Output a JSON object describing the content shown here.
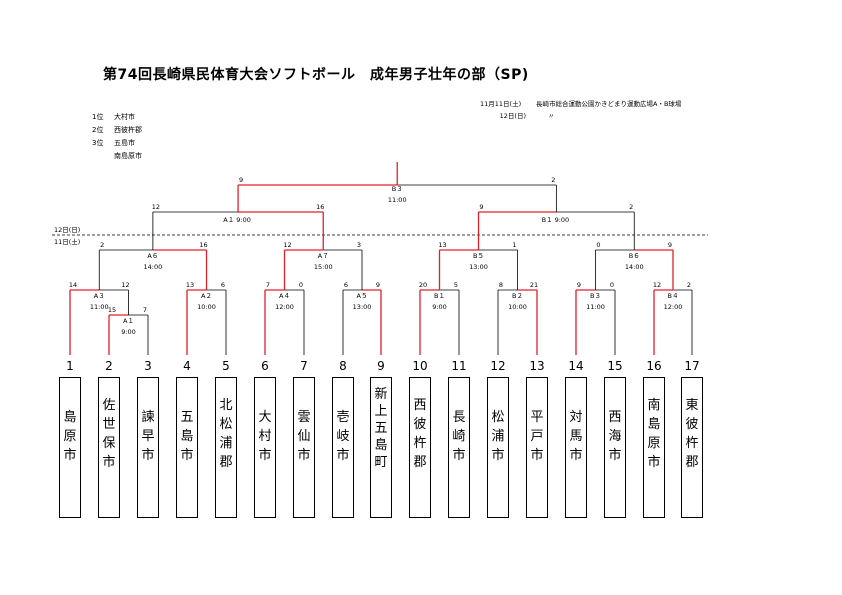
{
  "title": "第74回長崎県民体育大会ソフトボール　成年男子壮年の部（SP)",
  "rankings": [
    {
      "place": "1位",
      "team": "大村市"
    },
    {
      "place": "2位",
      "team": "西彼杵郡"
    },
    {
      "place": "3位",
      "team": "五島市"
    },
    {
      "place": "",
      "team": "南島原市"
    }
  ],
  "venue": [
    {
      "date": "11月11日(土)",
      "place": "長崎市総合運動公園かきどまり運動広場A・B球場"
    },
    {
      "date": "12日(日)",
      "place": "〃"
    }
  ],
  "day_labels": {
    "day2": "12日(日)",
    "day1": "11日(土)"
  },
  "teams": [
    {
      "no": "1",
      "name": "島原市"
    },
    {
      "no": "2",
      "name": "佐世保市"
    },
    {
      "no": "3",
      "name": "諫早市"
    },
    {
      "no": "4",
      "name": "五島市"
    },
    {
      "no": "5",
      "name": "北松浦郡"
    },
    {
      "no": "6",
      "name": "大村市"
    },
    {
      "no": "7",
      "name": "雲仙市"
    },
    {
      "no": "8",
      "name": "壱岐市"
    },
    {
      "no": "9",
      "name": "新上五島町"
    },
    {
      "no": "10",
      "name": "西彼杵郡"
    },
    {
      "no": "11",
      "name": "長崎市"
    },
    {
      "no": "12",
      "name": "松浦市"
    },
    {
      "no": "13",
      "name": "平戸市"
    },
    {
      "no": "14",
      "name": "対馬市"
    },
    {
      "no": "15",
      "name": "西海市"
    },
    {
      "no": "16",
      "name": "南島原市"
    },
    {
      "no": "17",
      "name": "東彼杵郡"
    }
  ],
  "matches": [
    {
      "id": "m_a1",
      "court": "A１",
      "time": "9:00",
      "a": "t2",
      "b": "t3",
      "sa": "15",
      "sb": "7",
      "winner": "a"
    },
    {
      "id": "m_a3",
      "court": "A３",
      "time": "11:00",
      "a": "t1",
      "b": "m_a1",
      "sa": "14",
      "sb": "12",
      "winner": "a"
    },
    {
      "id": "m_a2",
      "court": "A２",
      "time": "10:00",
      "a": "t4",
      "b": "t5",
      "sa": "13",
      "sb": "6",
      "winner": "a"
    },
    {
      "id": "m_a6",
      "court": "A６",
      "time": "14:00",
      "a": "m_a3",
      "b": "m_a2",
      "sa": "2",
      "sb": "16",
      "winner": "b"
    },
    {
      "id": "m_a4",
      "court": "A４",
      "time": "12:00",
      "a": "t6",
      "b": "t7",
      "sa": "7",
      "sb": "0",
      "winner": "a"
    },
    {
      "id": "m_a5",
      "court": "A５",
      "time": "13:00",
      "a": "t8",
      "b": "t9",
      "sa": "6",
      "sb": "9",
      "winner": "b"
    },
    {
      "id": "m_a7",
      "court": "A７",
      "time": "15:00",
      "a": "m_a4",
      "b": "m_a5",
      "sa": "12",
      "sb": "3",
      "winner": "a"
    },
    {
      "id": "m_sa1",
      "court": "A１",
      "time": "9:00",
      "a": "m_a6",
      "b": "m_a7",
      "sa": "12",
      "sb": "16",
      "winner": "b"
    },
    {
      "id": "m_b1",
      "court": "B１",
      "time": "9:00",
      "a": "t10",
      "b": "t11",
      "sa": "20",
      "sb": "5",
      "winner": "a"
    },
    {
      "id": "m_b2",
      "court": "B２",
      "time": "10:00",
      "a": "t12",
      "b": "t13",
      "sa": "8",
      "sb": "21",
      "winner": "b"
    },
    {
      "id": "m_b5",
      "court": "B５",
      "time": "13:00",
      "a": "m_b1",
      "b": "m_b2",
      "sa": "13",
      "sb": "1",
      "winner": "a"
    },
    {
      "id": "m_b3",
      "court": "B３",
      "time": "11:00",
      "a": "t14",
      "b": "t15",
      "sa": "9",
      "sb": "0",
      "winner": "a"
    },
    {
      "id": "m_b4",
      "court": "B４",
      "time": "12:00",
      "a": "t16",
      "b": "t17",
      "sa": "12",
      "sb": "2",
      "winner": "a"
    },
    {
      "id": "m_b6",
      "court": "B６",
      "time": "14:00",
      "a": "m_b3",
      "b": "m_b4",
      "sa": "0",
      "sb": "9",
      "winner": "b"
    },
    {
      "id": "m_sb1",
      "court": "B１",
      "time": "9:00",
      "a": "m_b5",
      "b": "m_b6",
      "sa": "9",
      "sb": "2",
      "winner": "a"
    },
    {
      "id": "m_final",
      "court": "B３",
      "time": "11:00",
      "a": "m_sa1",
      "b": "m_sb1",
      "sa": "9",
      "sb": "2",
      "winner": "a"
    }
  ],
  "colors": {
    "win": "#e0202a",
    "line": "#000000",
    "dash": "#000000"
  }
}
